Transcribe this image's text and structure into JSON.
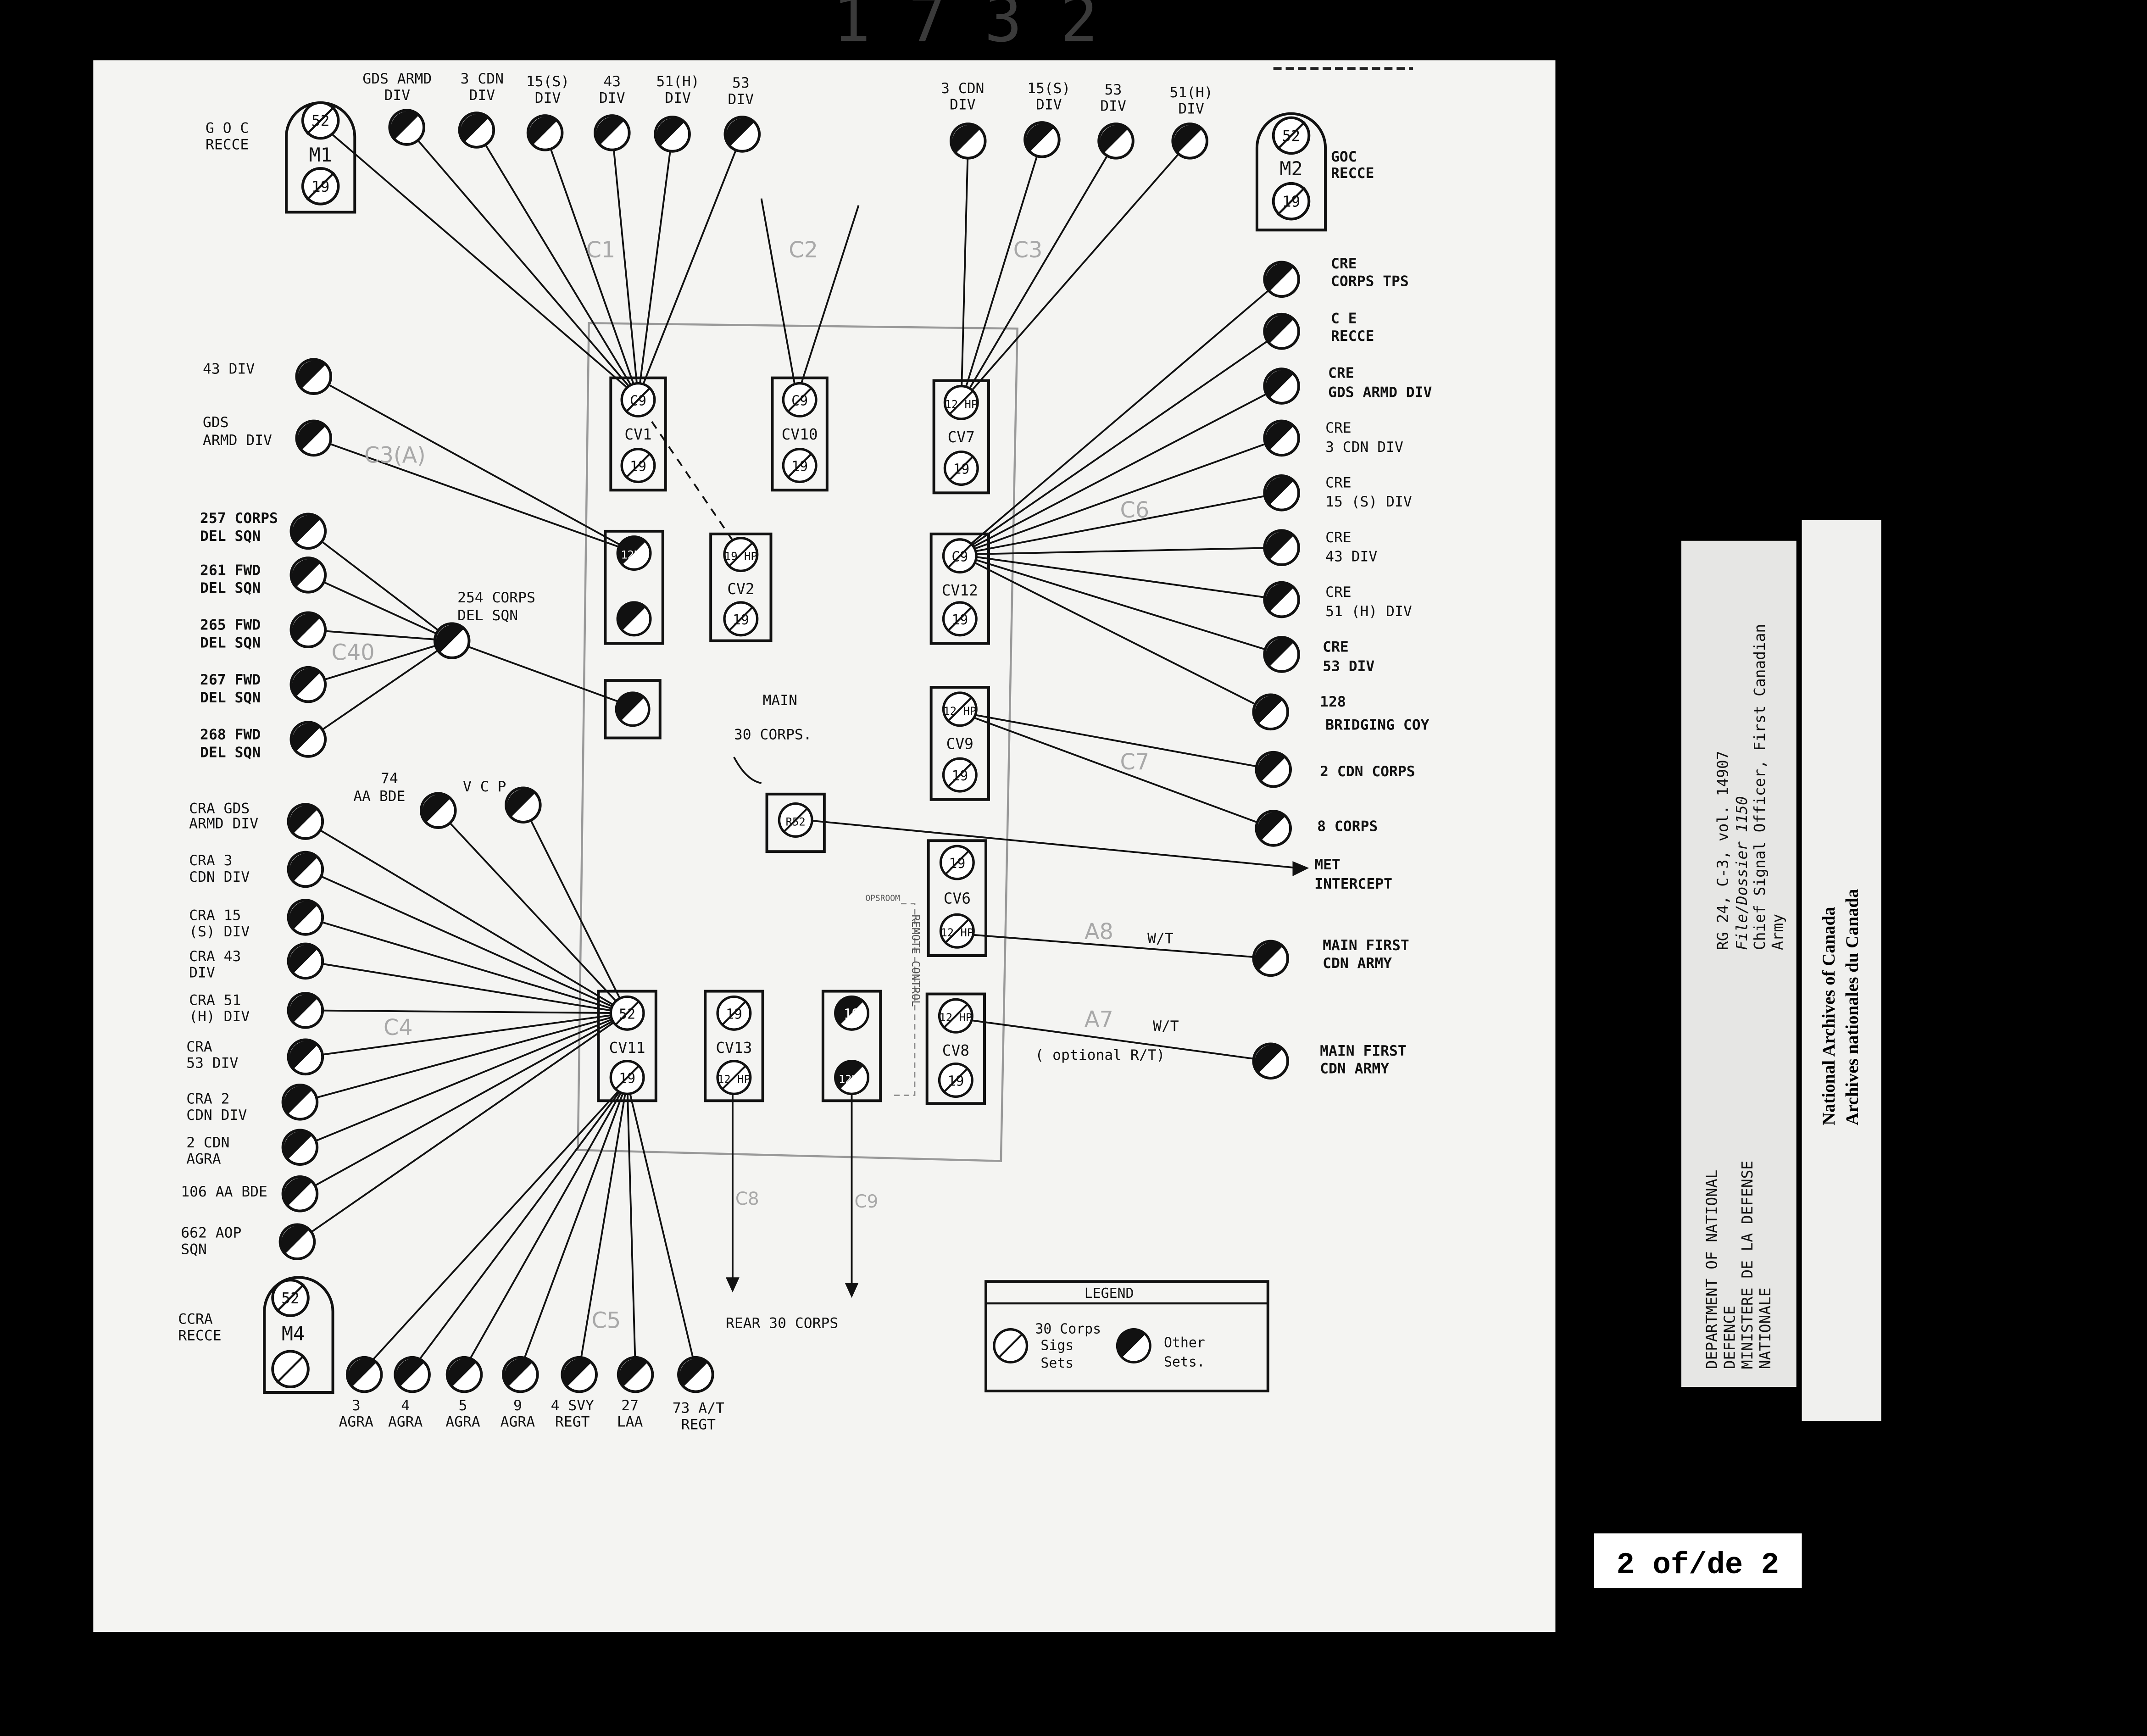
{
  "header_stamp": "1 7 3 2",
  "page_counter": "2 of/de 2",
  "diagram": {
    "main_block": [
      "MAIN",
      "30 CORPS."
    ],
    "sets": {
      "M1": {
        "label": "M1",
        "top": "52",
        "bottom": "19"
      },
      "M2": {
        "label": "M2",
        "top": "52",
        "bottom": "19"
      },
      "M4": {
        "label": "M4",
        "top": "52",
        "bottom": ""
      },
      "CV1": {
        "label": "CV1",
        "top": "C9",
        "bottom": "19"
      },
      "CV10": {
        "label": "CV10",
        "top": "C9",
        "bottom": "19"
      },
      "CV7": {
        "label": "CV7",
        "top": "12 HP",
        "bottom": "19"
      },
      "CV2": {
        "label": "CV2",
        "top": "19 HP",
        "bottom": "19"
      },
      "CV12": {
        "label": "CV12",
        "top": "C9",
        "bottom": "19"
      },
      "CV9": {
        "label": "CV9",
        "top": "12 HP",
        "bottom": "19"
      },
      "CV6": {
        "label": "CV6",
        "top": "19",
        "bottom": "12 HP"
      },
      "CV8": {
        "label": "CV8",
        "top": "12 HP",
        "bottom": "19"
      },
      "CV11": {
        "label": "CV11",
        "top": "52",
        "bottom": "19"
      },
      "CV13": {
        "label": "CV13",
        "top": "19",
        "bottom": "12 HP"
      },
      "BLK_A": {
        "label": "",
        "top": "12HP",
        "bottom": ""
      },
      "BLK_C": {
        "label": "",
        "top": "19",
        "bottom": "12HP"
      },
      "R_SET": {
        "label": "",
        "top": "R52",
        "bottom": ""
      }
    },
    "labels": {
      "goc_left": [
        "G O C",
        "RECCE"
      ],
      "goc_right": [
        "GOC",
        "RECCE"
      ],
      "ccra": [
        "CCRA",
        "RECCE"
      ],
      "top_left": [
        [
          "GDS ARMD",
          "DIV"
        ],
        [
          "3 CDN",
          "DIV"
        ],
        [
          "15(S)",
          "DIV"
        ],
        [
          "43",
          "DIV"
        ],
        [
          "51(H)",
          "DIV"
        ],
        [
          "53",
          "DIV"
        ]
      ],
      "top_right": [
        [
          "3 CDN",
          "DIV"
        ],
        [
          "15(S)",
          "DIV"
        ],
        [
          "53",
          "DIV"
        ],
        [
          "51(H)",
          "DIV"
        ]
      ],
      "left_upper": [
        [
          "43 DIV"
        ],
        [
          "GDS",
          "ARMD DIV"
        ]
      ],
      "del": [
        [
          "257 CORPS",
          "DEL SQN"
        ],
        [
          "261 FWD",
          "DEL SQN"
        ],
        [
          "265 FWD",
          "DEL SQN"
        ],
        [
          "267 FWD",
          "DEL SQN"
        ],
        [
          "268 FWD",
          "DEL SQN"
        ]
      ],
      "del_hub": [
        "254 CORPS",
        "DEL SQN"
      ],
      "aa_bde": [
        "74",
        "AA BDE"
      ],
      "vcp": [
        "V C P"
      ],
      "cra": [
        [
          "CRA GDS",
          "ARMD DIV"
        ],
        [
          "CRA  3",
          "CDN DIV"
        ],
        [
          "CRA 15",
          "(S) DIV"
        ],
        [
          "CRA 43",
          "DIV"
        ],
        [
          "CRA 51",
          "(H) DIV"
        ],
        [
          "CRA",
          "53 DIV"
        ],
        [
          "CRA 2",
          "CDN DIV"
        ],
        [
          "2 CDN",
          "AGRA"
        ],
        [
          "106 AA BDE"
        ],
        [
          "662 AOP",
          "SQN"
        ]
      ],
      "bottom": [
        [
          "3",
          "AGRA"
        ],
        [
          "4",
          "AGRA"
        ],
        [
          "5",
          "AGRA"
        ],
        [
          "9",
          "AGRA"
        ],
        [
          "4 SVY",
          "REGT"
        ],
        [
          "27",
          "LAA"
        ],
        [
          "73 A/T",
          "REGT"
        ]
      ],
      "cre": [
        [
          "CRE",
          "CORPS TPS"
        ],
        [
          "C E",
          "RECCE"
        ],
        [
          "CRE",
          "GDS ARMD DIV"
        ],
        [
          "CRE",
          "3 CDN DIV"
        ],
        [
          "CRE",
          "15 (S) DIV"
        ],
        [
          "CRE",
          "43 DIV"
        ],
        [
          "CRE",
          "51 (H) DIV"
        ],
        [
          "CRE",
          "53 DIV"
        ],
        [
          "128",
          "BRIDGING COY"
        ]
      ],
      "corps": [
        [
          "2 CDN CORPS"
        ],
        [
          "8 CORPS"
        ]
      ],
      "met": [
        "MET",
        "INTERCEPT"
      ],
      "main_first_1": [
        "MAIN FIRST",
        "CDN ARMY"
      ],
      "main_first_2": [
        "MAIN FIRST",
        "CDN ARMY"
      ],
      "wt1": "W/T",
      "wt2": "W/T",
      "optional": "( optional R/T)",
      "rear": "REAR 30 CORPS",
      "opsroom": "OPSROOM",
      "remote": "REMOTE CONTROL"
    },
    "circuits": {
      "C1": "C1",
      "C2": "C2",
      "C3": "C3",
      "C3A": "C3(A)",
      "C40": "C40",
      "C4": "C4",
      "C5": "C5",
      "C6": "C6",
      "C7": "C7",
      "A7": "A7",
      "A8": "A8",
      "C8": "C8",
      "C9": "C9"
    },
    "legend": {
      "title": "LEGEND",
      "own": [
        "30 Corps",
        "Sigs",
        "Sets"
      ],
      "other": [
        "Other",
        "Sets."
      ]
    }
  },
  "archive_stamp": {
    "lines": [
      "DEPARTMENT OF NATIONAL",
      "DEFENCE",
      "MINISTERE DE LA DEFENSE",
      "NATIONALE"
    ],
    "ref": "RG 24, C-3, vol. 14907",
    "file": "File/Dossier 1150",
    "title1": "Chief Signal Officer, First Canadian",
    "title2": "Army"
  },
  "archives_name": [
    "National Archives of Canada",
    "Archives nationales du Canada"
  ],
  "colors": {
    "background": "#000000",
    "paper": "#f4f4f2",
    "ink": "#111111",
    "pencil": "#a8a8a8",
    "card": "#e6e6e4"
  }
}
